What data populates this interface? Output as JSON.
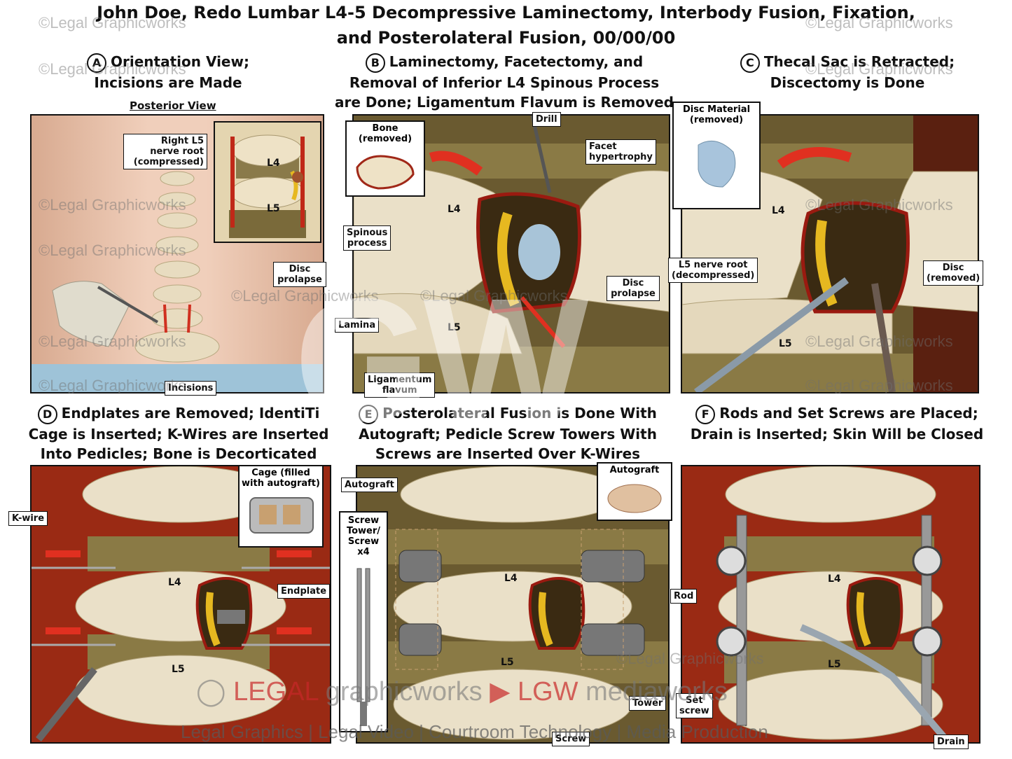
{
  "title": {
    "line1": "John Doe, Redo Lumbar L4-5 Decompressive Laminectomy, Interbody Fusion, Fixation,",
    "line2": "and Posterolateral Fusion, 00/00/00"
  },
  "panels": {
    "a": {
      "letter": "A",
      "title1": "Orientation View;",
      "title2": "Incisions are Made",
      "subhead": "Posterior View",
      "labels": {
        "nerve": "Right L5\nnerve root\n(compressed)",
        "disc": "Disc\nprolapse",
        "incisions": "Incisions"
      },
      "vert": {
        "l4": "L4",
        "l5": "L5"
      }
    },
    "b": {
      "letter": "B",
      "title1": "Laminectomy, Facetectomy, and",
      "title2": "Removal of Inferior L4 Spinous Process",
      "title3": "are Done; Ligamentum Flavum is Removed",
      "labels": {
        "bone": "Bone\n(removed)",
        "drill": "Drill",
        "facet": "Facet\nhypertrophy",
        "spinous": "Spinous\nprocess",
        "disc": "Disc\nprolapse",
        "lamina": "Lamina",
        "ligamentum": "Ligamentum\nflavum"
      },
      "vert": {
        "l4": "L4",
        "l5": "L5"
      }
    },
    "c": {
      "letter": "C",
      "title1": "Thecal Sac is Retracted;",
      "title2": "Discectomy is Done",
      "labels": {
        "disc_material": "Disc Material\n(removed)",
        "nerve": "L5 nerve root\n(decompressed)",
        "disc": "Disc\n(removed)"
      },
      "vert": {
        "l4": "L4",
        "l5": "L5"
      }
    },
    "d": {
      "letter": "D",
      "title1": "Endplates are Removed; IdentiTi",
      "title2": "Cage is Inserted; K-Wires are Inserted",
      "title3": "Into Pedicles; Bone is Decorticated",
      "labels": {
        "kwire": "K-wire",
        "cage": "Cage (filled\nwith autograft)",
        "endplate": "Endplate"
      },
      "vert": {
        "l4": "L4",
        "l5": "L5"
      }
    },
    "e": {
      "letter": "E",
      "title1": "Posterolateral Fusion is Done With",
      "title2": "Autograft; Pedicle Screw Towers With",
      "title3": "Screws are Inserted Over K-Wires",
      "labels": {
        "autograft_left": "Autograft",
        "autograft_box": "Autograft",
        "tower_box": "Screw\nTower/\nScrew\nx4",
        "tower": "Tower",
        "screw": "Screw"
      },
      "vert": {
        "l4": "L4",
        "l5": "L5"
      }
    },
    "f": {
      "letter": "F",
      "title1": "Rods and Set Screws are Placed;",
      "title2": "Drain is Inserted; Skin Will be Closed",
      "labels": {
        "rod": "Rod",
        "setscrew": "Set\nscrew",
        "drain": "Drain"
      },
      "vert": {
        "l4": "L4",
        "l5": "L5"
      }
    }
  },
  "watermark": "©Legal Graphicworks",
  "footer": {
    "legal": "LEGAL",
    "graphicworks": " graphicworks",
    "lgw": "LGW",
    "mediaworks": " mediaworks",
    "tagline": "Legal Graphics | Legal Video | Courtroom Technology | Media Production"
  },
  "colors": {
    "bone": "#e8dcc0",
    "muscle": "#8b1a10",
    "nerve": "#e6b820",
    "disc": "#6d5d2a",
    "arrow": "#e03020",
    "skin": "#e9c6b0",
    "metal": "#8a8a8a"
  }
}
